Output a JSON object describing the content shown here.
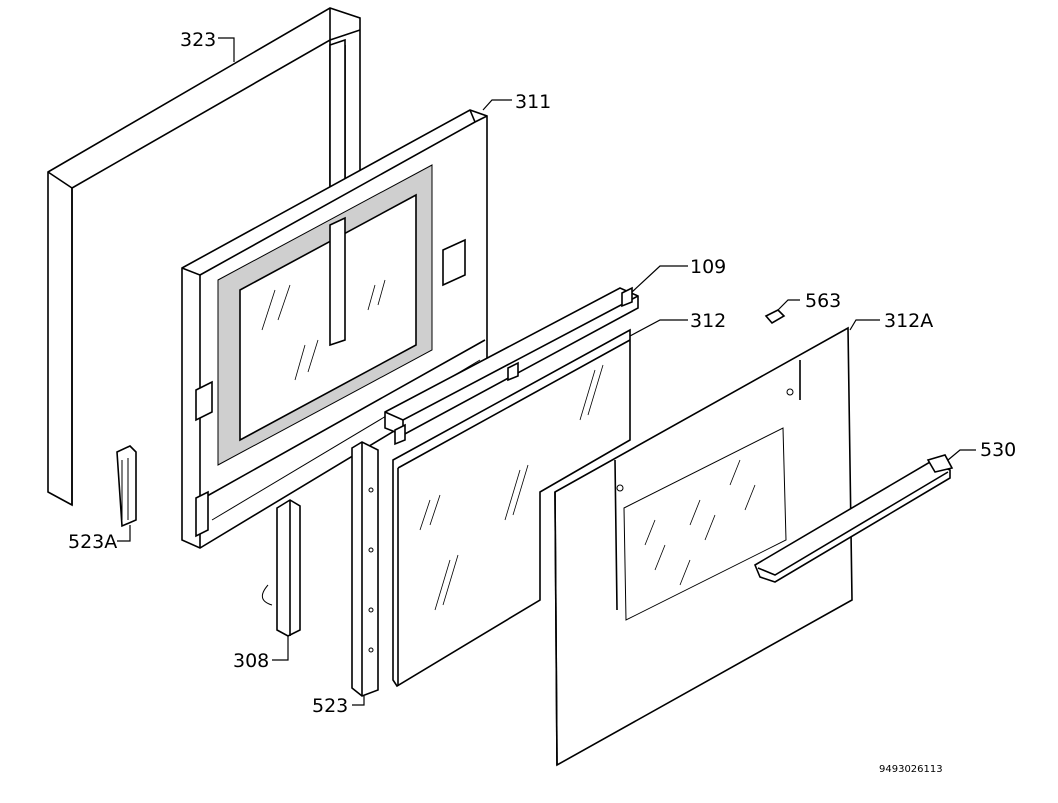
{
  "diagram": {
    "labels": {
      "frame": "323",
      "inner_door": "311",
      "rail": "109",
      "inner_glass": "312",
      "screw": "563",
      "outer_glass": "312A",
      "handle": "530",
      "left_clip": "523A",
      "hinge": "308",
      "side_strip": "523"
    },
    "drawing_number": "9493026113"
  }
}
